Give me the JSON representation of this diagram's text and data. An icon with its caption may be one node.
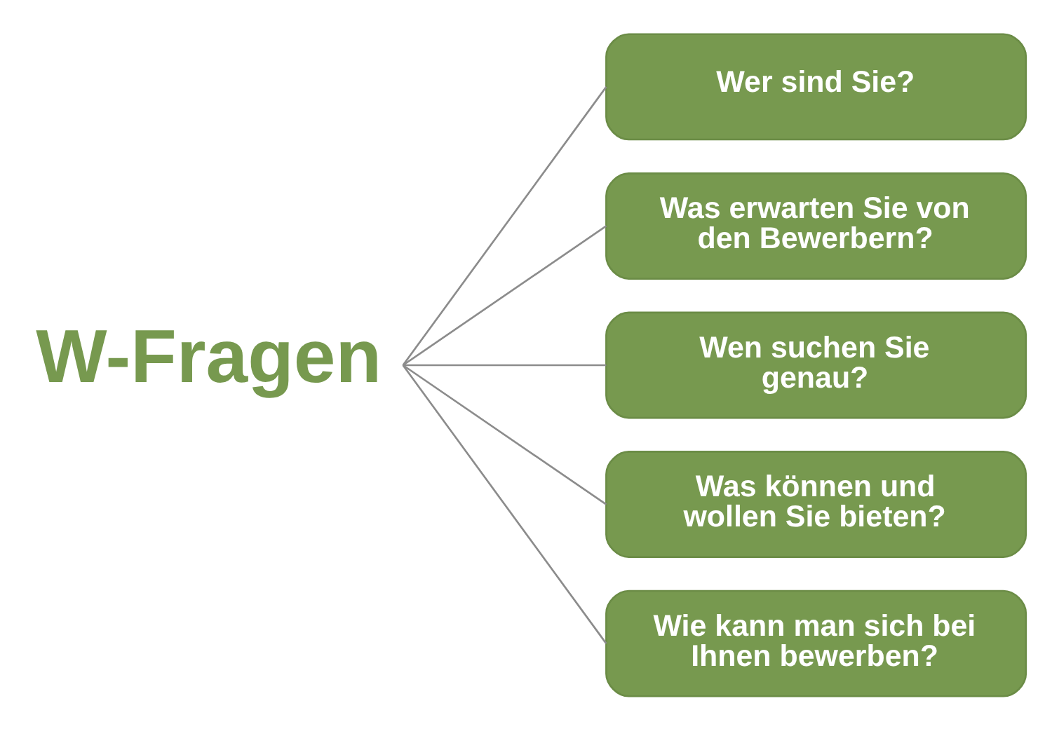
{
  "diagram": {
    "nodes": [
      {
        "text": [
          "W-Fragen"
        ]
      },
      {
        "text": [
          "Wer sind Sie?"
        ]
      },
      {
        "text": [
          "Was erwarten Sie von den Bewerbern?"
        ]
      },
      {
        "text": [
          "Wen suchen Sie genau?"
        ]
      },
      {
        "text": [
          "Was können und wollen Sie bieten?"
        ]
      },
      {
        "text": [
          "Wie kann man sich bei Ihnen bewerben?"
        ]
      }
    ],
    "edges": [
      {
        "from": 0,
        "to": 1,
        "arrow": "none"
      },
      {
        "from": 0,
        "to": 2,
        "arrow": "none"
      },
      {
        "from": 0,
        "to": 3,
        "arrow": "none"
      },
      {
        "from": 0,
        "to": 4,
        "arrow": "none"
      },
      {
        "from": 0,
        "to": 5,
        "arrow": "none"
      }
    ]
  }
}
